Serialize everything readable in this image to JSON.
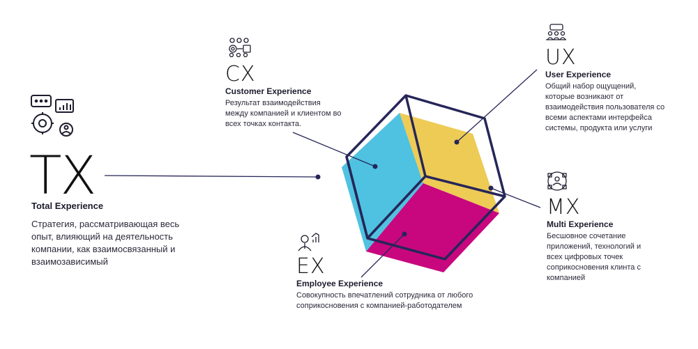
{
  "tx": {
    "abbr": "TX",
    "name": "Total Experience",
    "desc": "Стратегия, рассматривающая весь опыт, влияющий на деятельность компании, как взаимосвязанный и взаимозависимый",
    "icon": "gears-chart-person-icon"
  },
  "cx": {
    "abbr": "CX",
    "name": "Customer Experience",
    "desc": "Результат взаимодействия между компанией и клиентом во всех точках контакта.",
    "icon": "customer-network-icon"
  },
  "ux": {
    "abbr": "UX",
    "name": "User Experience",
    "desc": "Общий набор ощущений, которые возникают от взаимодействия пользователя со всеми аспектами интерфейса системы, продукта или услуги",
    "icon": "user-group-icon"
  },
  "mx": {
    "abbr": "MX",
    "name": "Multi Experience",
    "desc": "Бесшовное сочетание приложений, технологий и всех цифровых точек соприкосновения клинта с компанией",
    "icon": "multi-device-person-icon"
  },
  "ex": {
    "abbr": "EX",
    "name": "Employee Experience",
    "desc": "Совокупность впечатлений сотрудника от любого соприкосновения с компанией-работодателем",
    "icon": "employee-growth-icon"
  },
  "colors": {
    "cyan": "#4fc2e1",
    "yellow": "#edcb55",
    "magenta": "#c8077e",
    "outline": "#262659"
  }
}
